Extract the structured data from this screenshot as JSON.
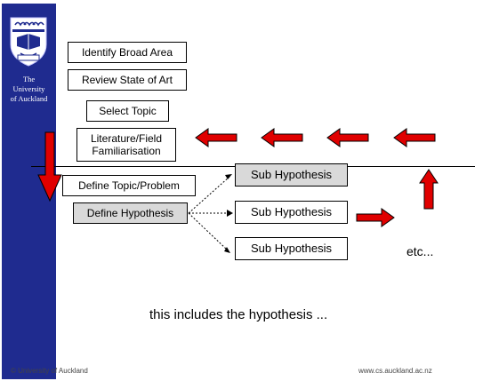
{
  "logo": {
    "name_lines": [
      "The",
      "University",
      "of Auckland"
    ]
  },
  "process_steps": [
    "Identify Broad Area",
    "Review State of Art",
    "Select Topic",
    "Literature/Field Familiarisation",
    "Define Topic/Problem",
    "Define Hypothesis"
  ],
  "sub_hypotheses": [
    "Sub Hypothesis",
    "Sub Hypothesis",
    "Sub Hypothesis"
  ],
  "etc_label": "etc...",
  "caption": "this includes the hypothesis ...",
  "footer": {
    "left": "© University of Auckland",
    "right": "www.cs.auckland.ac.nz"
  },
  "colors": {
    "arrow_fill": "#e00000",
    "logo_bg": "#1f2b8f",
    "highlight_box": "#d9d9d9"
  }
}
